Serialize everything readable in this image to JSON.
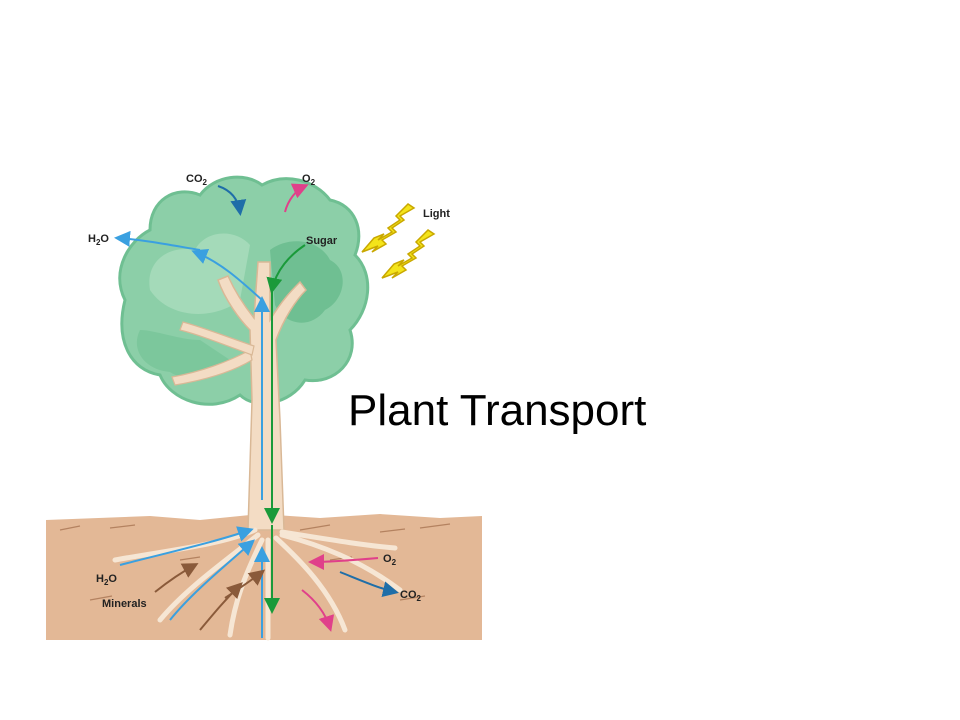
{
  "slide": {
    "title": "Plant Transport"
  },
  "labels": {
    "co2_top": "CO",
    "co2_top_sub": "2",
    "o2_top": "O",
    "o2_top_sub": "2",
    "h2o_top": "H",
    "h2o_top_sub": "2",
    "h2o_top_end": "O",
    "light": "Light",
    "sugar": "Sugar",
    "h2o_bottom": "H",
    "h2o_bottom_sub": "2",
    "h2o_bottom_end": "O",
    "minerals": "Minerals",
    "o2_bottom": "O",
    "o2_bottom_sub": "2",
    "co2_bottom": "CO",
    "co2_bottom_sub": "2"
  },
  "colors": {
    "soil": "#e3b896",
    "foliage": "#8ccfa8",
    "foliage_dark": "#6fbf92",
    "trunk": "#f3dcc4",
    "water_arrow": "#3aa0e0",
    "sugar_arrow": "#1a9a3a",
    "gas_arrow": "#1f6ea8",
    "oxygen_arrow": "#e0408a",
    "mineral_arrow": "#8a5a3a",
    "light_bolt": "#f4e41a"
  }
}
